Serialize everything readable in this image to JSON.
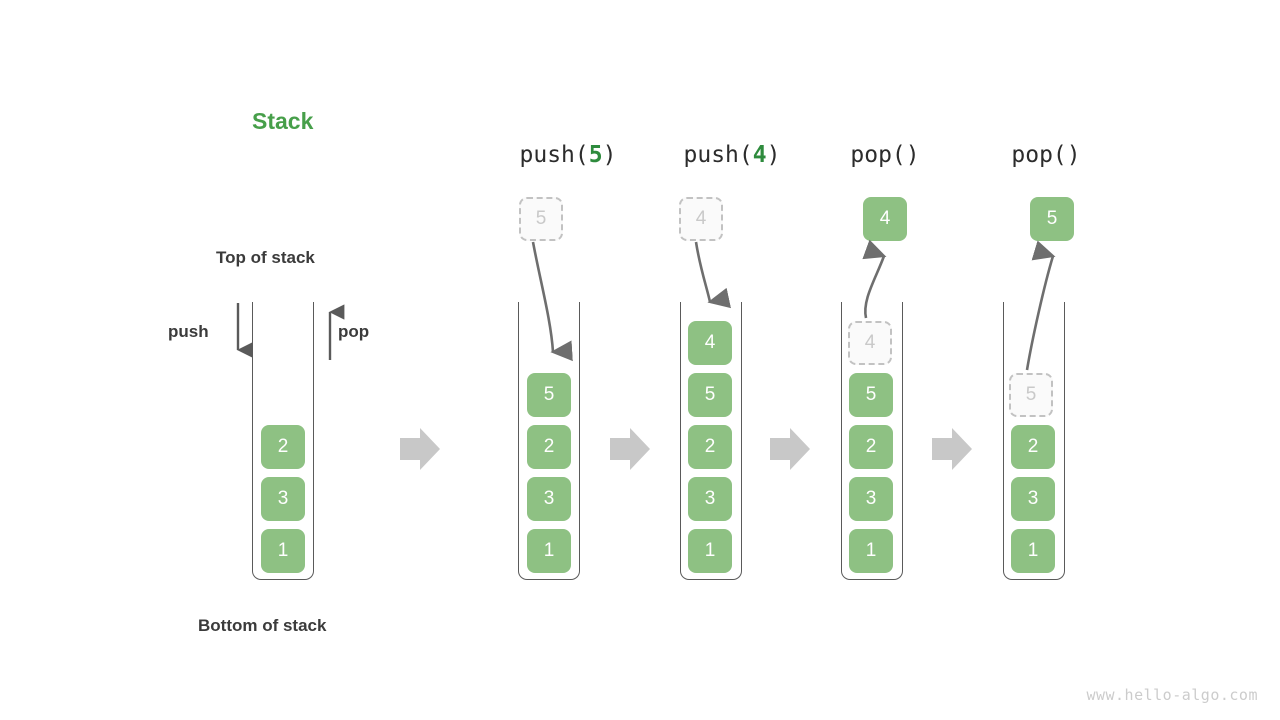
{
  "figure": {
    "title": "Stack",
    "title_color": "#479f4a",
    "watermark": "www.hello-algo.com",
    "box_color": "#8ec183",
    "ghost_border_color": "#c2c2c2",
    "flow_arrow_color": "#c8c8c8",
    "curve_arrow_color": "#6e6e6e"
  },
  "annotations": {
    "top_of_stack": "Top of stack",
    "bottom_of_stack": "Bottom of stack",
    "push": "push",
    "pop": "pop"
  },
  "stages": [
    {
      "id": "initial",
      "label": "",
      "label_fn": "",
      "label_arg": "",
      "cells": [
        "2",
        "3",
        "1"
      ],
      "incoming": null,
      "outgoing": null,
      "ghost_index": -1
    },
    {
      "id": "push-5",
      "label": "push(5)",
      "label_fn_open": "push(",
      "label_arg": "5",
      "label_fn_close": ")",
      "cells": [
        "5",
        "2",
        "3",
        "1"
      ],
      "incoming": "5",
      "outgoing": null,
      "ghost_index": -1
    },
    {
      "id": "push-4",
      "label": "push(4)",
      "label_fn_open": "push(",
      "label_arg": "4",
      "label_fn_close": ")",
      "cells": [
        "4",
        "5",
        "2",
        "3",
        "1"
      ],
      "incoming": "4",
      "outgoing": null,
      "ghost_index": -1
    },
    {
      "id": "pop-1",
      "label": "pop()",
      "label_fn_open": "pop(",
      "label_arg": "",
      "label_fn_close": ")",
      "cells": [
        "4",
        "5",
        "2",
        "3",
        "1"
      ],
      "incoming": null,
      "outgoing": "4",
      "ghost_index": 0
    },
    {
      "id": "pop-2",
      "label": "pop()",
      "label_fn_open": "pop(",
      "label_arg": "",
      "label_fn_close": ")",
      "cells": [
        "5",
        "2",
        "3",
        "1"
      ],
      "incoming": null,
      "outgoing": "5",
      "ghost_index": 0
    }
  ],
  "chart_data": {
    "type": "diagram",
    "title": "Stack",
    "subject": "stack push and pop operations",
    "steps": [
      {
        "operation": "initial",
        "stack_top_to_bottom": [
          "2",
          "3",
          "1"
        ],
        "returned": null
      },
      {
        "operation": "push(5)",
        "stack_top_to_bottom": [
          "5",
          "2",
          "3",
          "1"
        ],
        "returned": null
      },
      {
        "operation": "push(4)",
        "stack_top_to_bottom": [
          "4",
          "5",
          "2",
          "3",
          "1"
        ],
        "returned": null
      },
      {
        "operation": "pop()",
        "stack_top_to_bottom": [
          "5",
          "2",
          "3",
          "1"
        ],
        "returned": "4"
      },
      {
        "operation": "pop()",
        "stack_top_to_bottom": [
          "2",
          "3",
          "1"
        ],
        "returned": "5"
      }
    ]
  }
}
